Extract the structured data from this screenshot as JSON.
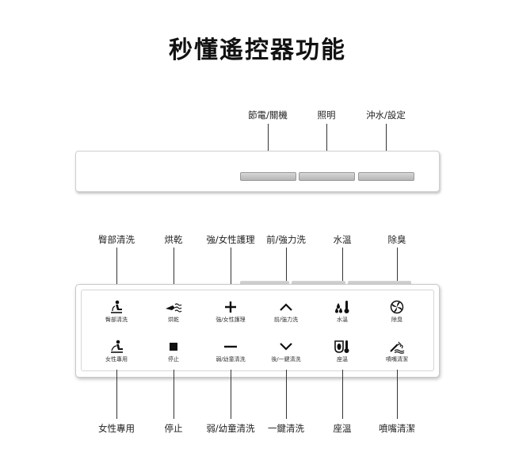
{
  "title": "秒懂遙控器功能",
  "top_panel": {
    "labels": [
      "節電/關機",
      "照明",
      "沖水/設定"
    ]
  },
  "front_panel": {
    "callouts_top": [
      "臀部清洗",
      "烘乾",
      "強/女性護理",
      "前/強力洗",
      "水溫",
      "除臭"
    ],
    "callouts_bottom": [
      "女性專用",
      "停止",
      "弱/幼童清洗",
      "一鍵清洗",
      "座溫",
      "噴嘴清潔"
    ],
    "row1": [
      {
        "icon": "bidet-rear-icon",
        "label": "臀部清洗"
      },
      {
        "icon": "dryer-icon",
        "label": "烘乾"
      },
      {
        "icon": "plus-icon",
        "label": "強/女性護理"
      },
      {
        "icon": "chevron-up-icon",
        "label": "前/強力洗"
      },
      {
        "icon": "water-temp-icon",
        "label": "水溫"
      },
      {
        "icon": "deodorize-fan-icon",
        "label": "除臭"
      }
    ],
    "row2": [
      {
        "icon": "bidet-feminine-icon",
        "label": "女性專用"
      },
      {
        "icon": "stop-icon",
        "label": "停止"
      },
      {
        "icon": "minus-icon",
        "label": "弱/幼童清洗"
      },
      {
        "icon": "chevron-down-icon",
        "label": "後/一鍵清洗"
      },
      {
        "icon": "seat-temp-icon",
        "label": "座溫"
      },
      {
        "icon": "nozzle-clean-icon",
        "label": "噴嘴清潔"
      }
    ]
  }
}
